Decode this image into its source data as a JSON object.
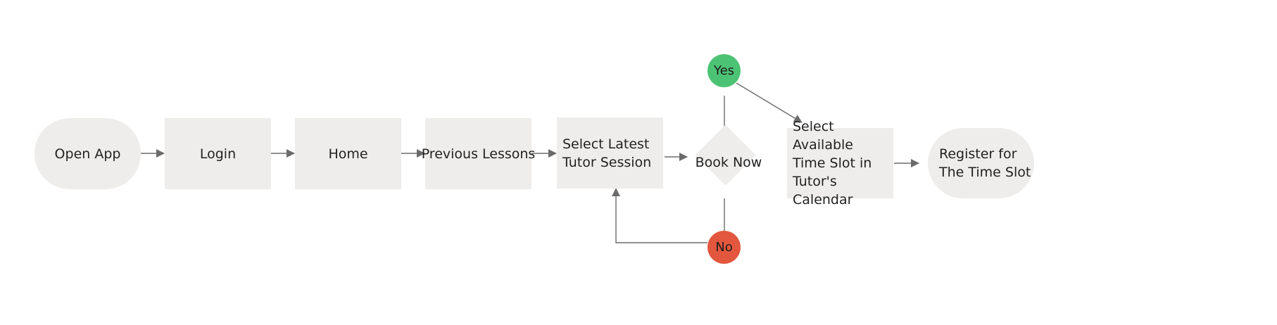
{
  "nodes": {
    "open_app": "Open App",
    "login": "Login",
    "home": "Home",
    "previous_lessons": "Previous Lessons",
    "select_latest": "Select Latest\nTutor Session",
    "book_now": "Book Now",
    "select_available": "Select Available\nTime Slot in\nTutor's Calendar",
    "register": "Register for\nThe Time Slot"
  },
  "decisions": {
    "yes": "Yes",
    "no": "No"
  },
  "colors": {
    "node_fill": "#eeedeb",
    "arrow": "#6b6b6b",
    "yes": "#4cc374",
    "no": "#e2573e"
  }
}
